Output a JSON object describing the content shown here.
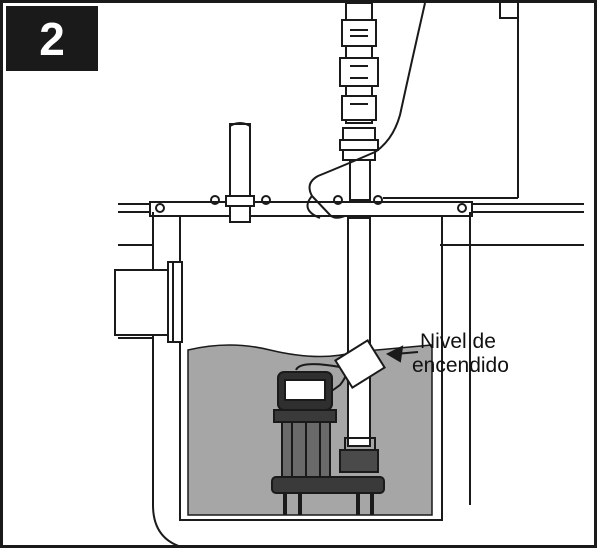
{
  "step": {
    "number": "2"
  },
  "callout": {
    "line1": "Nivel de",
    "line2": "encendido"
  },
  "colors": {
    "frame": "#1a1a1a",
    "water": "#a6a6a6",
    "line": "#1a1a1a",
    "background": "#ffffff"
  }
}
